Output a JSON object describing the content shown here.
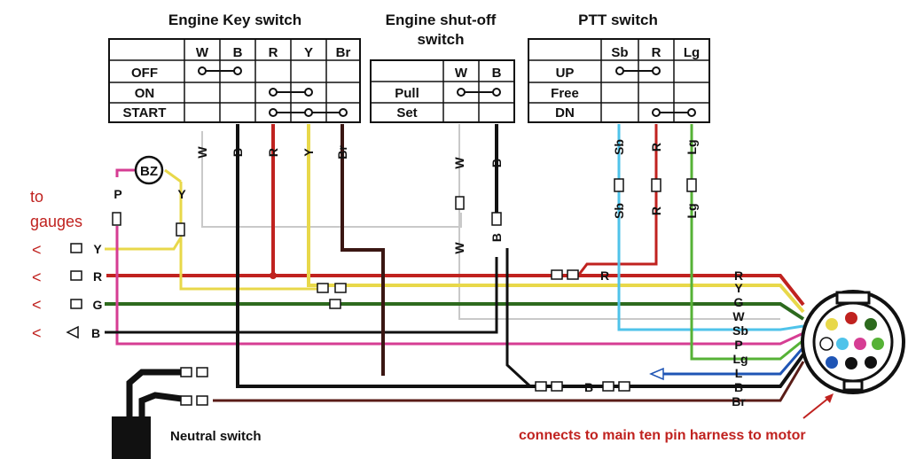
{
  "key_switch": {
    "title": "Engine  Key  switch",
    "columns": [
      "W",
      "B",
      "R",
      "Y",
      "Br"
    ],
    "rows": [
      "OFF",
      "ON",
      "START"
    ]
  },
  "shutoff_switch": {
    "title_line1": "Engine  shut-off",
    "title_line2": "switch",
    "columns": [
      "W",
      "B"
    ],
    "rows": [
      "Pull",
      "Set"
    ]
  },
  "ptt_switch": {
    "title": "PTT  switch",
    "columns": [
      "Sb",
      "R",
      "Lg"
    ],
    "rows": [
      "UP",
      "Free",
      "DN"
    ]
  },
  "buzzer_label": "BZ",
  "gauges_label_1": "to",
  "gauges_label_2": "gauges",
  "gauge_arrow": "<",
  "gauge_wires": [
    "Y",
    "R",
    "G",
    "B"
  ],
  "buzzer_wires": [
    "P",
    "Y"
  ],
  "key_wire_labels": [
    "W",
    "B",
    "R",
    "Y",
    "Br"
  ],
  "shutoff_wire_labels": [
    "W",
    "B"
  ],
  "shutoff_lower_labels": [
    "W",
    "B"
  ],
  "ptt_wire_labels": [
    "Sb",
    "R",
    "Lg"
  ],
  "ptt_lower_labels": [
    "Sb",
    "R",
    "Lg"
  ],
  "ptt_red_join_label": "R",
  "b_line_label": "B",
  "connector_wires": [
    "R",
    "Y",
    "G",
    "W",
    "Sb",
    "P",
    "Lg",
    "L",
    "B",
    "Br"
  ],
  "neutral_switch_label": "Neutral switch",
  "harness_note": "connects to main ten pin harness to motor",
  "colors": {
    "R": "#c0221f",
    "Y": "#e8d84a",
    "G": "#2d6a1e",
    "W": "#c9c9c9",
    "Sb": "#4fc3ea",
    "P": "#d63d93",
    "Lg": "#56b236",
    "L": "#1f55b5",
    "B": "#111111",
    "Br": "#5a1c17"
  }
}
